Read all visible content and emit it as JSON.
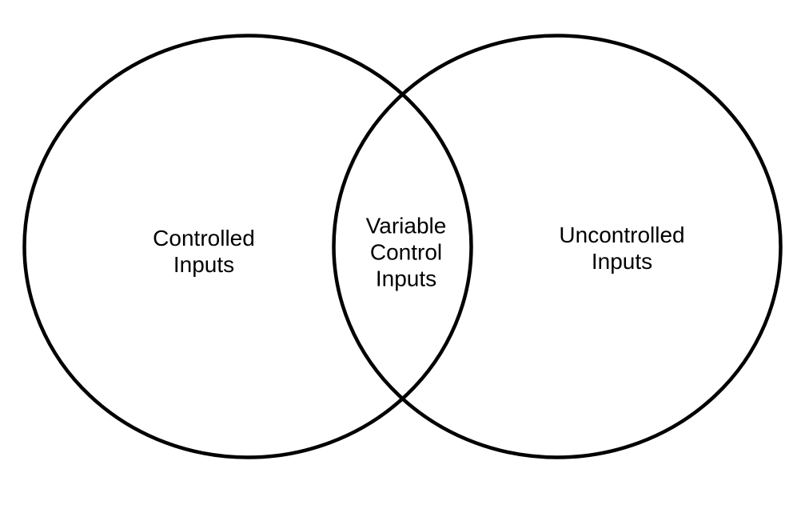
{
  "canvas": {
    "background": "#ffffff",
    "stroke_color": "#000000",
    "stroke_width": "4.5"
  },
  "diagram": {
    "type": "venn",
    "sets": [
      {
        "name": "Controlled Inputs",
        "label": "Controlled\nInputs"
      },
      {
        "name": "Uncontrolled Inputs",
        "label": "Uncontrolled\nInputs"
      }
    ],
    "intersection": {
      "name": "Variable Control Inputs",
      "label": "Variable\nControl\nInputs"
    }
  }
}
